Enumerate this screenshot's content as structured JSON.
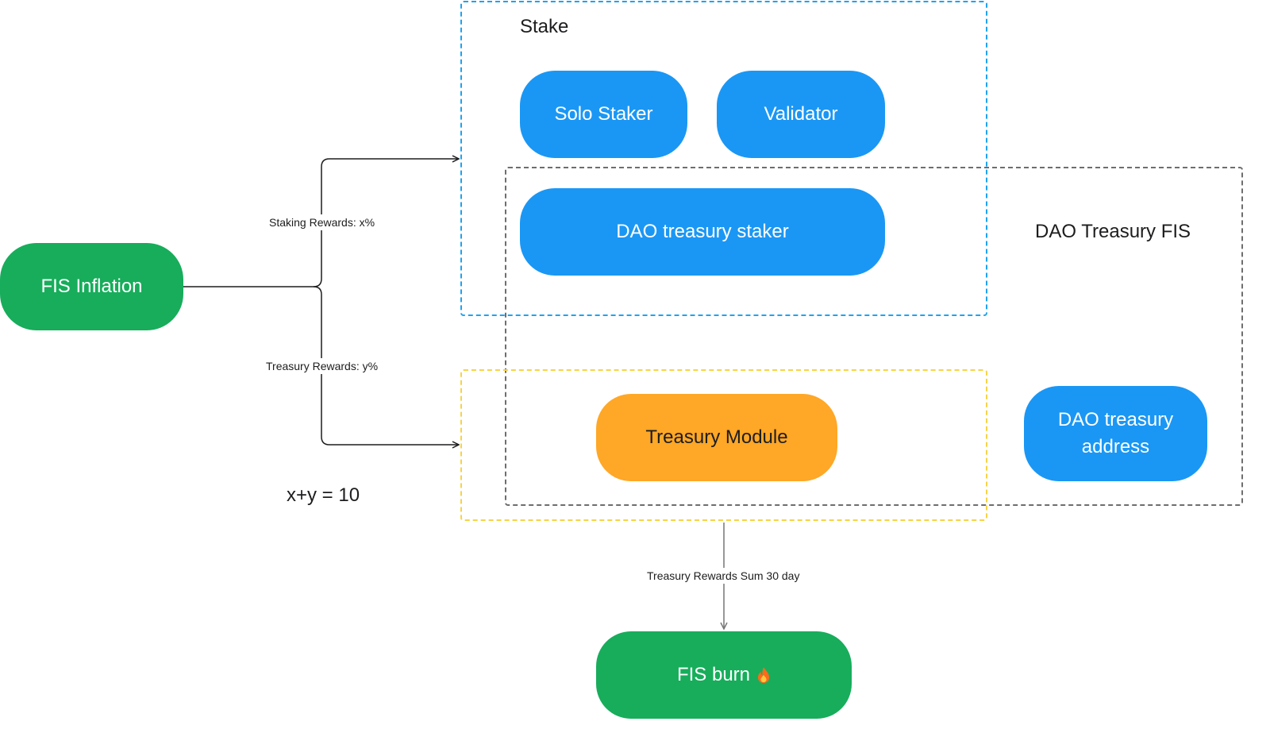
{
  "groups": {
    "stake": {
      "title": "Stake",
      "color": "#1ea3f0"
    },
    "dao_treasury": {
      "title": "DAO Treasury FIS",
      "color": "#6e6e6e"
    },
    "treasury_module": {
      "color": "#f7d445"
    }
  },
  "nodes": {
    "fis_inflation": {
      "label": "FIS Inflation",
      "color": "#17ad5b"
    },
    "solo_staker": {
      "label": "Solo Staker",
      "color": "#1a97f5"
    },
    "validator": {
      "label": "Validator",
      "color": "#1a97f5"
    },
    "dao_treasury_staker": {
      "label": "DAO treasury staker",
      "color": "#1a97f5"
    },
    "treasury_module": {
      "label": "Treasury Module",
      "color": "#ffa726"
    },
    "dao_treasury_address": {
      "line1": "DAO treasury",
      "line2": "address",
      "color": "#1a97f5"
    },
    "fis_burn": {
      "label": "FIS burn",
      "icon": "fire-icon",
      "color": "#17ad5b"
    }
  },
  "edges": {
    "staking_rewards": "Staking Rewards: x%",
    "treasury_rewards": "Treasury Rewards: y%",
    "burn": "Treasury Rewards Sum 30 day"
  },
  "formula": "x+y = 10"
}
